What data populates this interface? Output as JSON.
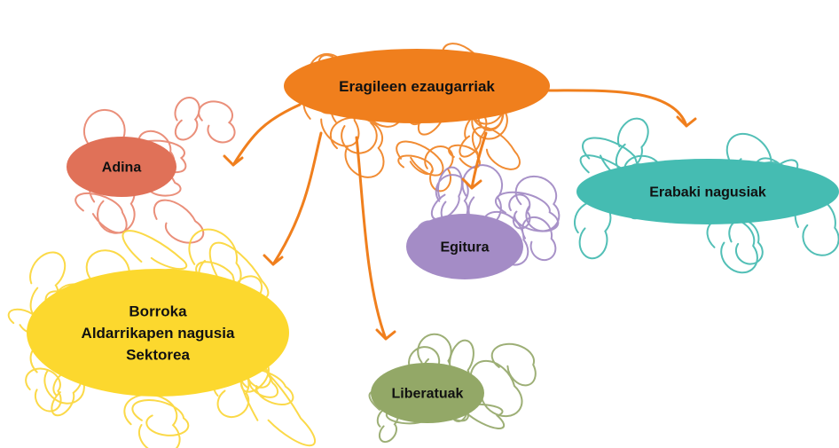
{
  "diagram": {
    "root": {
      "id": "root",
      "label": "Eragileen ezaugarriak",
      "color": "#F07F1D"
    },
    "children": [
      {
        "id": "adina",
        "lines": [
          "Adina"
        ],
        "color": "#E07158",
        "scribble": "#E8836C"
      },
      {
        "id": "erabaki",
        "lines": [
          "Erabaki nagusiak"
        ],
        "color": "#45BCB2",
        "scribble": "#3FB8AE"
      },
      {
        "id": "egitura",
        "lines": [
          "Egitura"
        ],
        "color": "#A48CC6",
        "scribble": "#9E86C2"
      },
      {
        "id": "borroka",
        "lines": [
          "Borroka",
          "Aldarrikapen nagusia",
          "Sektorea"
        ],
        "color": "#FCD82E",
        "scribble": "#FBD534"
      },
      {
        "id": "liberatuak",
        "lines": [
          "Liberatuak"
        ],
        "color": "#93A867",
        "scribble": "#92A667"
      }
    ],
    "arrow_color": "#F07F1D"
  }
}
